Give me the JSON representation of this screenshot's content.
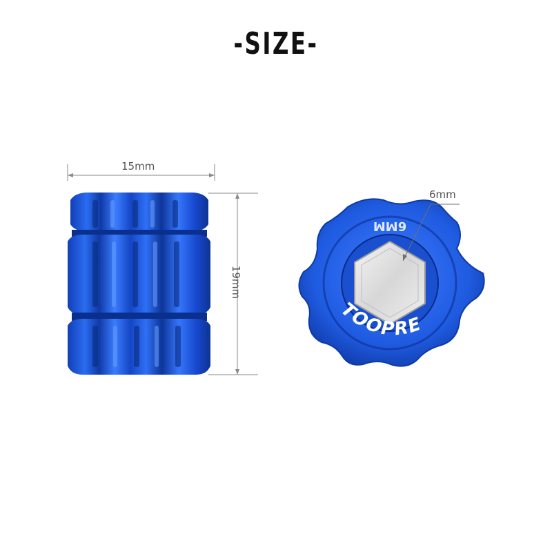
{
  "title": "-SIZE-",
  "dimensions": {
    "width_label": "15mm",
    "height_label": "19mm",
    "hex_label": "6mm"
  },
  "product": {
    "engraving_size": "6MM",
    "brand": "TOOPRE"
  },
  "colors": {
    "body_blue": "#1e5be0",
    "dark_blue": "#0d3aa8",
    "light_blue": "#4d86ff",
    "dimension_line": "#8a8a8a",
    "title": "#111111"
  },
  "icons": {
    "cylinder": "fluted-cylinder-side-view",
    "nut": "hex-socket-star-nut-top-view"
  }
}
